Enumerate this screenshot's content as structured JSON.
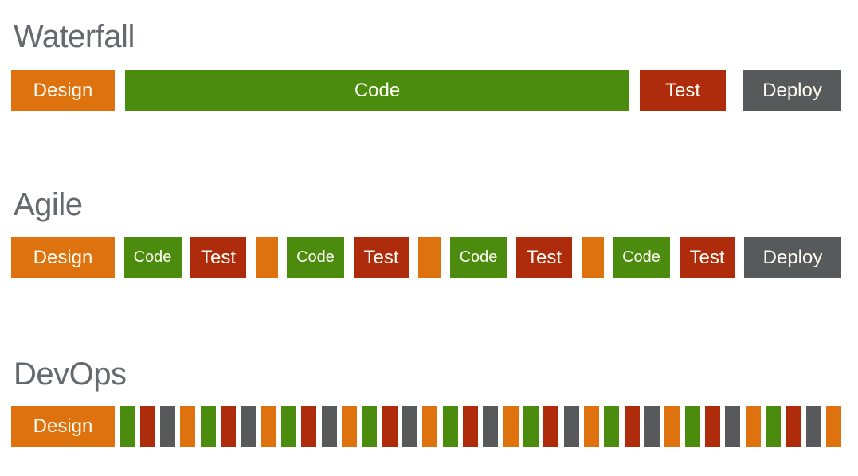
{
  "colors": {
    "design": "#DD720E",
    "code": "#4B8B0D",
    "test": "#AE2B0C",
    "deploy": "#58595B",
    "title_text": "#66696E",
    "label_text": "#FCFBF2",
    "background": "#FFFFFF"
  },
  "sections": [
    {
      "id": "waterfall",
      "title": "Waterfall",
      "gap": 13,
      "segments": [
        {
          "label": "Design",
          "type": "design",
          "width": 130,
          "font": 24
        },
        {
          "label": "Code",
          "type": "code",
          "width": "flex",
          "font": 24
        },
        {
          "label": "Test",
          "type": "test",
          "width": 108,
          "font": 24
        },
        {
          "label": "Deploy",
          "type": "deploy",
          "width": 123,
          "font": 24,
          "gap_before": 22
        }
      ]
    },
    {
      "id": "agile",
      "title": "Agile",
      "gap": 11.5,
      "segments": [
        {
          "label": "Design",
          "type": "design",
          "width": 130,
          "font": 24
        },
        {
          "label": "Code",
          "type": "code",
          "width": 72,
          "font": 20
        },
        {
          "label": "Test",
          "type": "test",
          "width": 70,
          "font": 24
        },
        {
          "label": "",
          "type": "design",
          "width": 28
        },
        {
          "label": "Code",
          "type": "code",
          "width": 72,
          "font": 20
        },
        {
          "label": "Test",
          "type": "test",
          "width": 70,
          "font": 24
        },
        {
          "label": "",
          "type": "design",
          "width": 28
        },
        {
          "label": "Code",
          "type": "code",
          "width": 72,
          "font": 20
        },
        {
          "label": "Test",
          "type": "test",
          "width": 70,
          "font": 24
        },
        {
          "label": "",
          "type": "design",
          "width": 28
        },
        {
          "label": "Code",
          "type": "code",
          "width": 72,
          "font": 20
        },
        {
          "label": "Test",
          "type": "test",
          "width": 70,
          "font": 24
        },
        {
          "label": "Deploy",
          "type": "deploy",
          "width": "flex",
          "font": 24
        }
      ]
    },
    {
      "id": "devops",
      "title": "DevOps",
      "gap": 6.5,
      "segments": [
        {
          "label": "Design",
          "type": "design",
          "width": 130,
          "font": 24
        },
        {
          "label": "",
          "type": "code",
          "width": "flex"
        },
        {
          "label": "",
          "type": "test",
          "width": "flex"
        },
        {
          "label": "",
          "type": "deploy",
          "width": "flex"
        },
        {
          "label": "",
          "type": "design",
          "width": "flex"
        },
        {
          "label": "",
          "type": "code",
          "width": "flex"
        },
        {
          "label": "",
          "type": "test",
          "width": "flex"
        },
        {
          "label": "",
          "type": "deploy",
          "width": "flex"
        },
        {
          "label": "",
          "type": "design",
          "width": "flex"
        },
        {
          "label": "",
          "type": "code",
          "width": "flex"
        },
        {
          "label": "",
          "type": "test",
          "width": "flex"
        },
        {
          "label": "",
          "type": "deploy",
          "width": "flex"
        },
        {
          "label": "",
          "type": "design",
          "width": "flex"
        },
        {
          "label": "",
          "type": "code",
          "width": "flex"
        },
        {
          "label": "",
          "type": "test",
          "width": "flex"
        },
        {
          "label": "",
          "type": "deploy",
          "width": "flex"
        },
        {
          "label": "",
          "type": "design",
          "width": "flex"
        },
        {
          "label": "",
          "type": "code",
          "width": "flex"
        },
        {
          "label": "",
          "type": "test",
          "width": "flex"
        },
        {
          "label": "",
          "type": "deploy",
          "width": "flex"
        },
        {
          "label": "",
          "type": "design",
          "width": "flex"
        },
        {
          "label": "",
          "type": "code",
          "width": "flex"
        },
        {
          "label": "",
          "type": "test",
          "width": "flex"
        },
        {
          "label": "",
          "type": "deploy",
          "width": "flex"
        },
        {
          "label": "",
          "type": "design",
          "width": "flex"
        },
        {
          "label": "",
          "type": "code",
          "width": "flex"
        },
        {
          "label": "",
          "type": "test",
          "width": "flex"
        },
        {
          "label": "",
          "type": "deploy",
          "width": "flex"
        },
        {
          "label": "",
          "type": "design",
          "width": "flex"
        },
        {
          "label": "",
          "type": "code",
          "width": "flex"
        },
        {
          "label": "",
          "type": "test",
          "width": "flex"
        },
        {
          "label": "",
          "type": "deploy",
          "width": "flex"
        },
        {
          "label": "",
          "type": "design",
          "width": "flex"
        },
        {
          "label": "",
          "type": "code",
          "width": "flex"
        },
        {
          "label": "",
          "type": "test",
          "width": "flex"
        },
        {
          "label": "",
          "type": "deploy",
          "width": "flex"
        },
        {
          "label": "",
          "type": "design",
          "width": "flex"
        }
      ]
    }
  ]
}
